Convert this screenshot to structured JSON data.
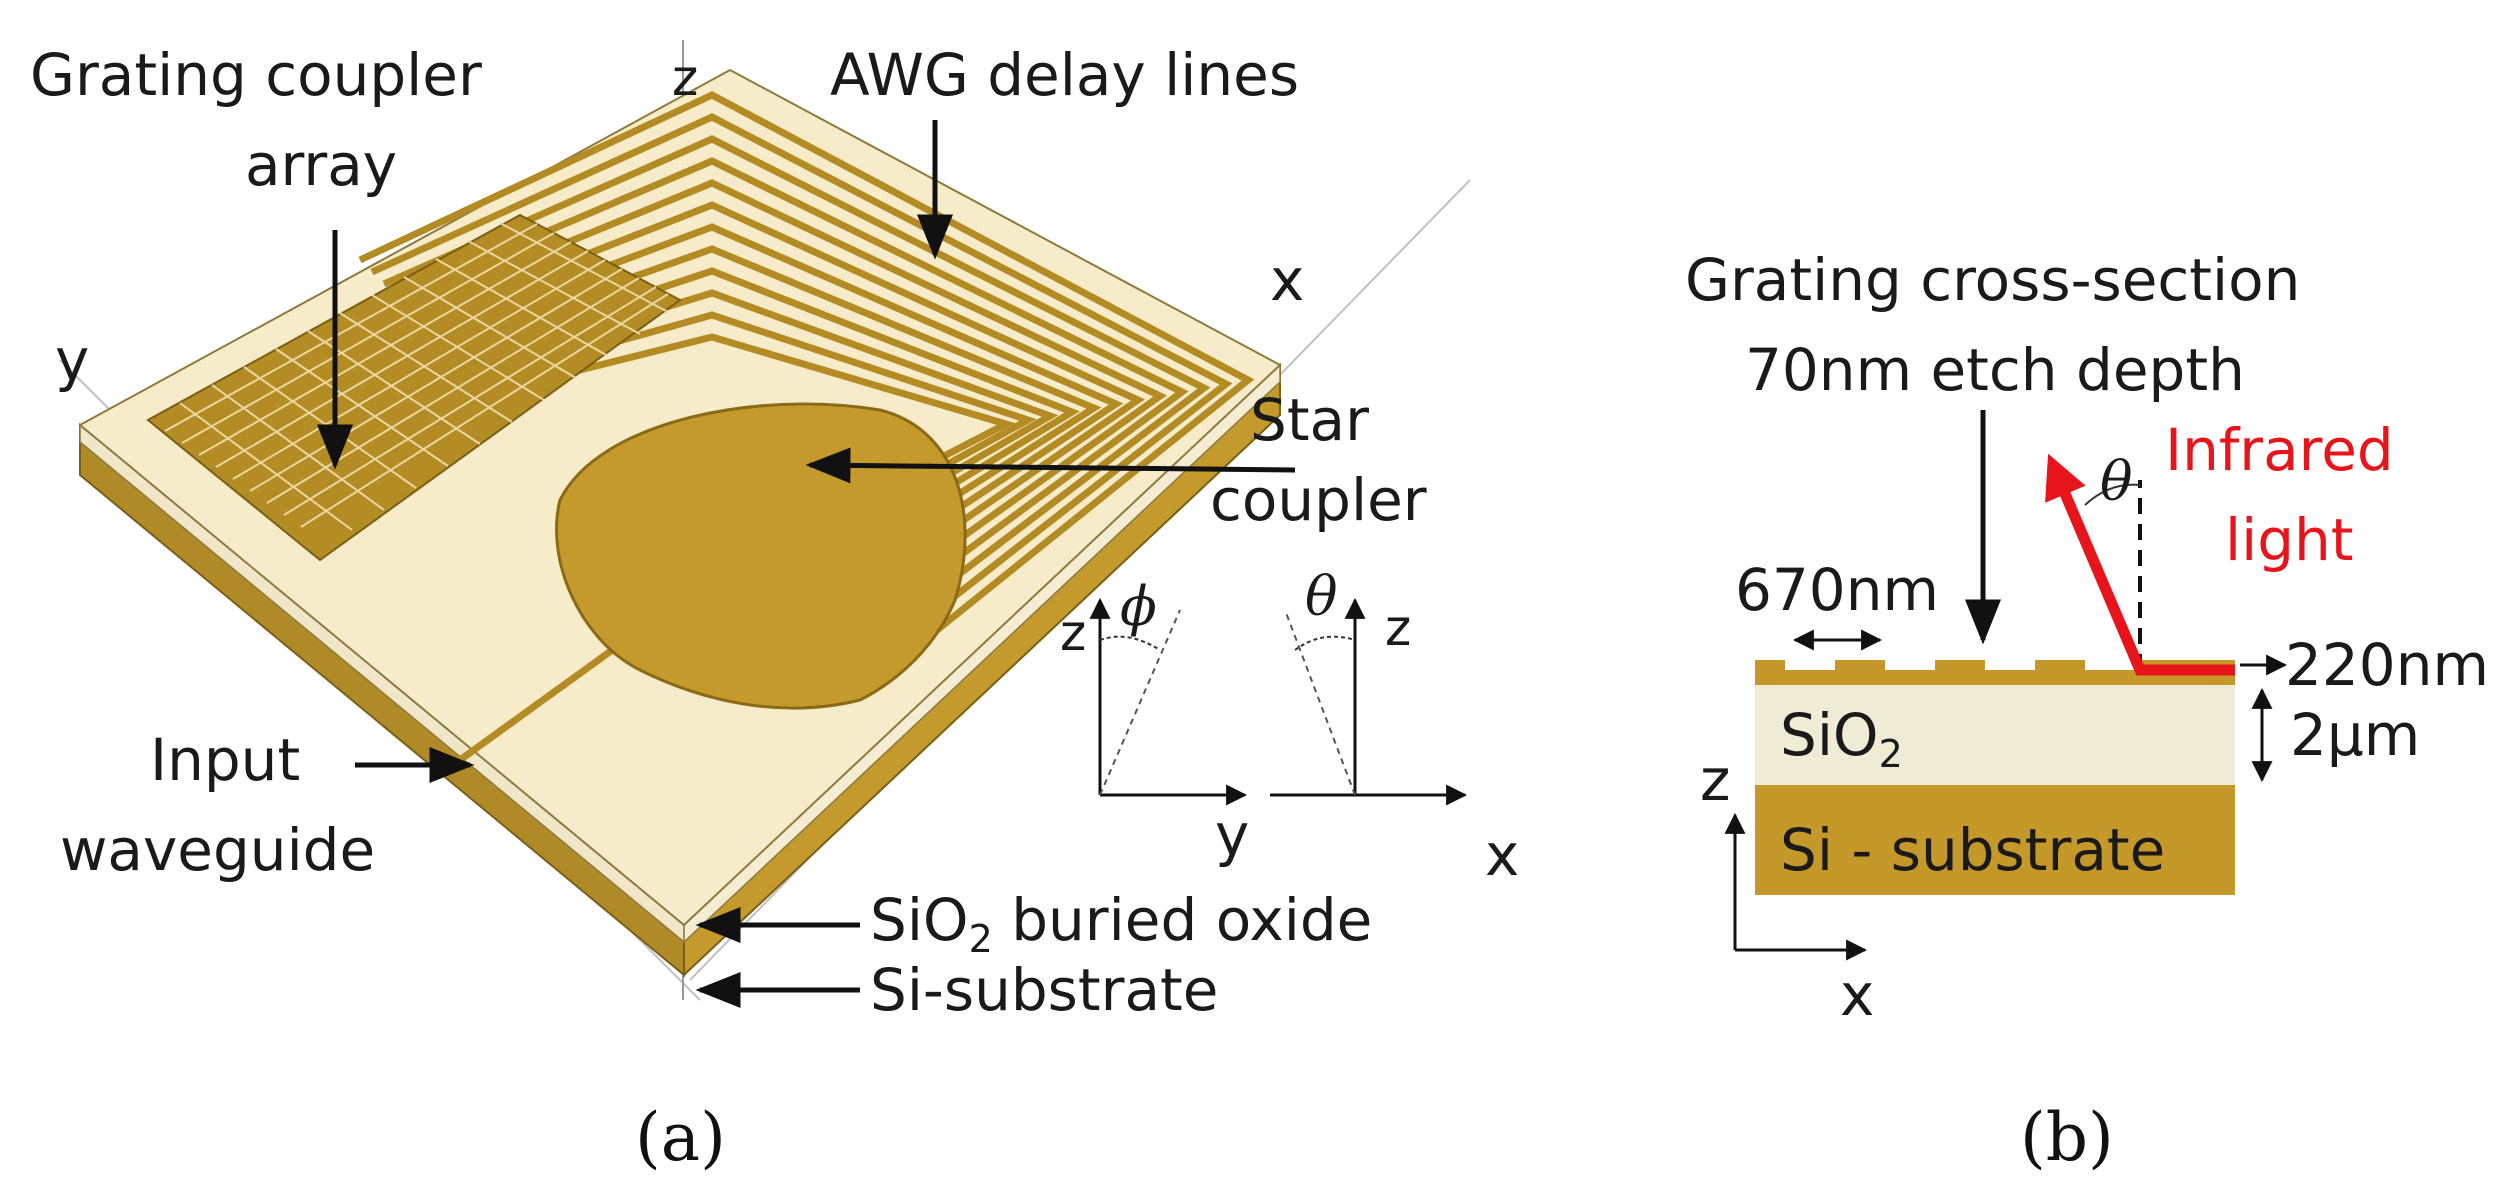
{
  "panel_a": {
    "caption": "(a)",
    "label_grating_line1": "Grating coupler",
    "label_grating_line2": "array",
    "label_awg": "AWG delay lines",
    "label_star_line1": "Star",
    "label_star_line2": "coupler",
    "label_input_line1": "Input",
    "label_input_line2": "waveguide",
    "label_oxide_prefix": "SiO",
    "label_oxide_sub": "2",
    "label_oxide_suffix": " buried oxide",
    "label_substrate": "Si-substrate",
    "axis_z": "z",
    "axis_y": "y",
    "axis_x": "x",
    "inset_phi": {
      "symbol": "ϕ",
      "z": "z",
      "y": "y"
    },
    "inset_theta": {
      "symbol": "θ",
      "z": "z",
      "x": "x"
    }
  },
  "panel_b": {
    "caption": "(b)",
    "title_line1": "Grating cross-section",
    "title_line2": "70nm etch depth",
    "label_period": "670nm",
    "label_ir_line1": "Infrared",
    "label_ir_line2": "light",
    "label_theta": "θ",
    "label_thickness": "220nm",
    "label_oxide_thickness": "2μm",
    "label_oxide_prefix": "SiO",
    "label_oxide_sub": "2",
    "label_substrate": "Si - substrate",
    "axis_z": "z",
    "axis_x": "x"
  },
  "colors": {
    "gold": "#c9a032",
    "gold_dark": "#a9821f",
    "cream": "#f6ecc9",
    "oxide": "#efecd6",
    "red": "#e8141b"
  }
}
